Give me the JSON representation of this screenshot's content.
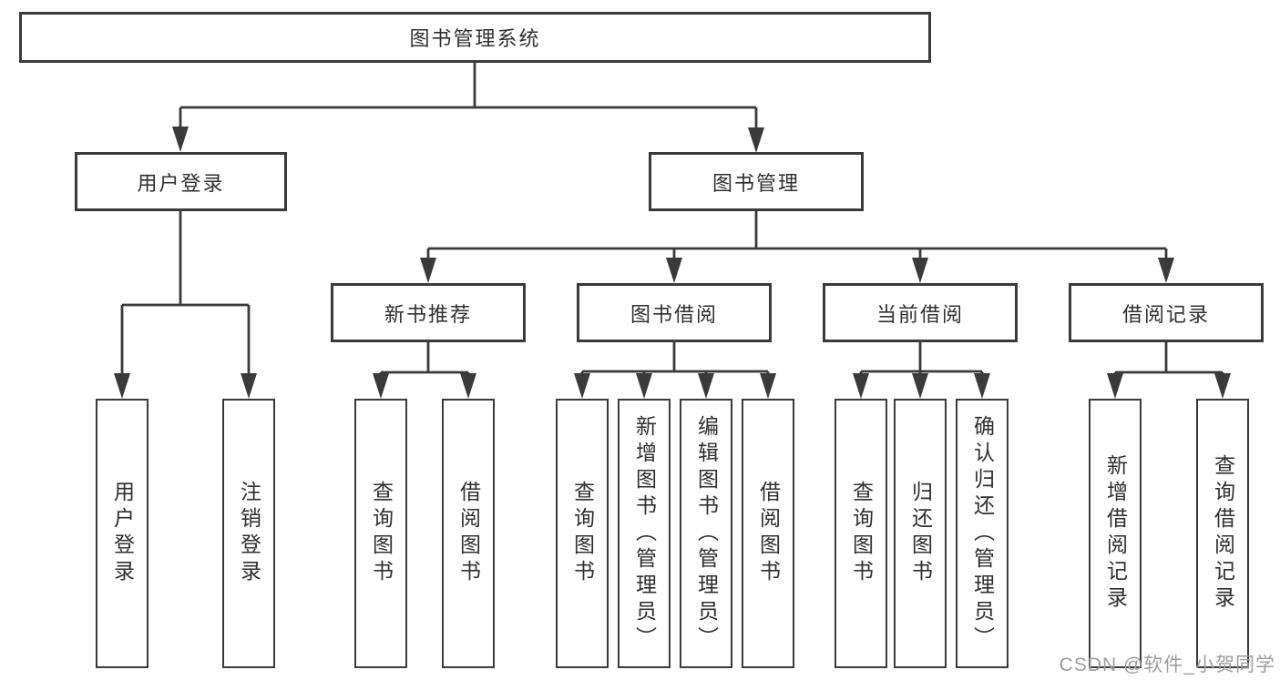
{
  "diagram_type": "function-structure-tree",
  "colors": {
    "line": "#3a3a3a",
    "text": "#2f2f2f",
    "background": "#ffffff",
    "watermark": "#9e9e9e"
  },
  "tree": {
    "label": "图书管理系统",
    "children": [
      {
        "label": "用户登录",
        "children": [
          {
            "label": "用户登录"
          },
          {
            "label": "注销登录"
          }
        ]
      },
      {
        "label": "图书管理",
        "children": [
          {
            "label": "新书推荐",
            "children": [
              {
                "label": "查询图书"
              },
              {
                "label": "借阅图书"
              }
            ]
          },
          {
            "label": "图书借阅",
            "children": [
              {
                "label": "查询图书"
              },
              {
                "label": "新增图书（管理员）"
              },
              {
                "label": "编辑图书（管理员）"
              },
              {
                "label": "借阅图书"
              }
            ]
          },
          {
            "label": "当前借阅",
            "children": [
              {
                "label": "查询图书"
              },
              {
                "label": "归还图书"
              },
              {
                "label": "确认归还（管理员）"
              }
            ]
          },
          {
            "label": "借阅记录",
            "children": [
              {
                "label": "新增借阅记录"
              },
              {
                "label": "查询借阅记录"
              }
            ]
          }
        ]
      }
    ]
  },
  "watermark": {
    "text": "CSDN @软件_小贺同学"
  }
}
